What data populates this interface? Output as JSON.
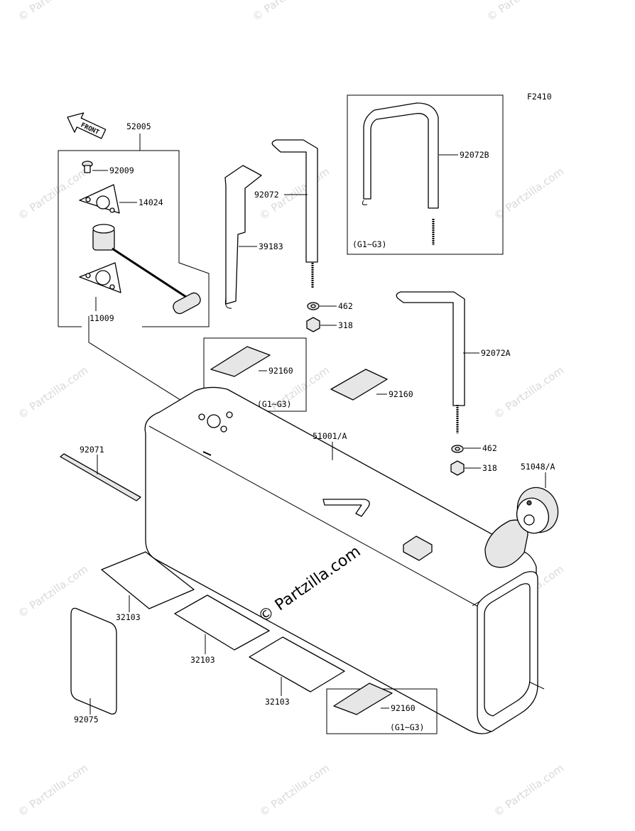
{
  "figure_code": "F2410",
  "front_label": "FRONT",
  "watermark_text": "© Partzilla.com",
  "center_watermark_text": "© Partzilla.com",
  "parts": {
    "p52005": "52005",
    "p92009": "92009",
    "p14024": "14024",
    "p11009": "11009",
    "p39183": "39183",
    "p92072": "92072",
    "p92072B": "92072B",
    "p92072A": "92072A",
    "p462a": "462",
    "p318a": "318",
    "p462b": "462",
    "p318b": "318",
    "p92160a": "92160",
    "p92160b": "92160",
    "p92160c": "92160",
    "p51001": "51001/A",
    "p51048": "51048/A",
    "p92071": "92071",
    "p32103a": "32103",
    "p32103b": "32103",
    "p32103c": "32103",
    "p92075": "92075"
  },
  "notes": {
    "g1g3_a": "(G1~G3)",
    "g1g3_b": "(G1~G3)",
    "g1g3_c": "(G1~G3)"
  },
  "colors": {
    "line": "#000000",
    "watermark": "#d9d9d9",
    "background": "#ffffff"
  }
}
